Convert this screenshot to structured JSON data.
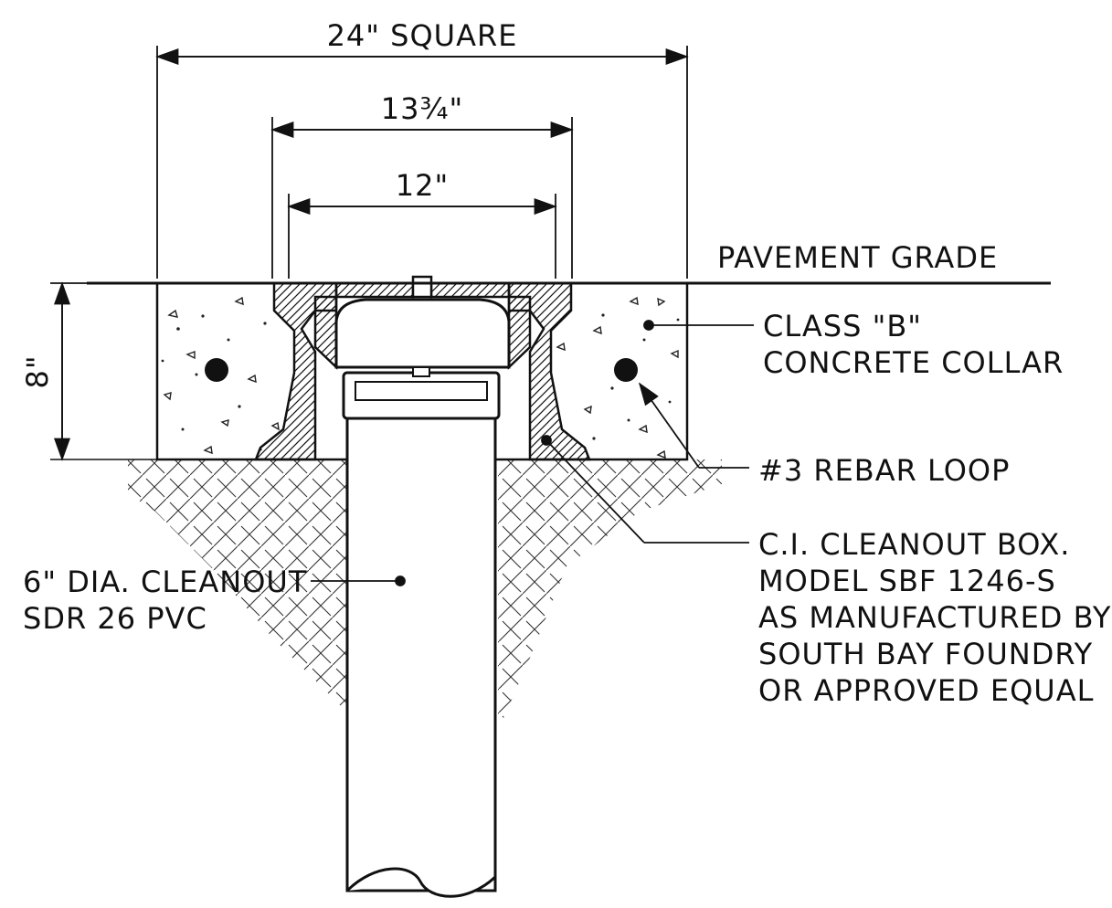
{
  "dimensions": {
    "overall": "24\" SQUARE",
    "frame_outer": "13¾\"",
    "frame_inner": "12\"",
    "depth": "8\""
  },
  "labels": {
    "pavement": "PAVEMENT GRADE",
    "concrete": [
      "CLASS \"B\"",
      "CONCRETE COLLAR"
    ],
    "rebar": "#3 REBAR LOOP",
    "box": [
      "C.I. CLEANOUT BOX.",
      "MODEL SBF 1246-S",
      "AS MANUFACTURED BY",
      "SOUTH BAY FOUNDRY",
      "OR APPROVED EQUAL"
    ],
    "pipe": [
      "6\" DIA. CLEANOUT",
      "SDR 26 PVC"
    ]
  },
  "colors": {
    "ink": "#111111",
    "paper": "#ffffff"
  }
}
